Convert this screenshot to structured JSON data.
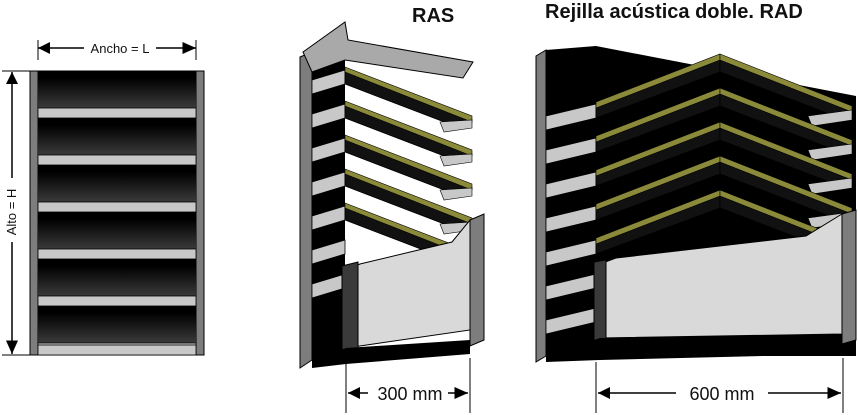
{
  "front_view": {
    "width_label": "Ancho = L",
    "height_label": "Alto = H"
  },
  "ras": {
    "title": "RAS",
    "depth_label": "300 mm"
  },
  "rad": {
    "title": "Rejilla acústica doble. RAD",
    "depth_label": "600 mm"
  },
  "colors": {
    "frame": "#7a7a7a",
    "panel_dark": "#111111",
    "blade_light": "#c8c8c8",
    "acoustic_fill": "#8a8a3a",
    "cover": "#d9d9d9"
  }
}
